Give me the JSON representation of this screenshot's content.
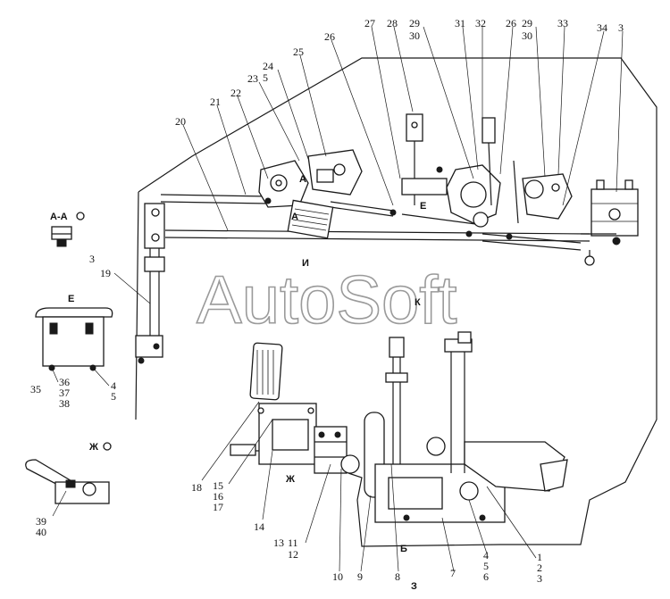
{
  "watermark": "AutoSoft",
  "views": {
    "aa": "А-А",
    "e": "Е",
    "zh": "Ж"
  },
  "markers": {
    "i": "И",
    "k": "К",
    "zh": "Ж",
    "b": "Б",
    "z": "З",
    "e": "Е",
    "a1": "А",
    "a2": "А"
  },
  "callouts": {
    "n1": "1",
    "n2": "2",
    "n3": "3",
    "n3b": "3",
    "n3c": "3",
    "n4": "4",
    "n4b": "4",
    "n5": "5",
    "n5b": "5",
    "n5c": "5",
    "n6": "6",
    "n7": "7",
    "n8": "8",
    "n9": "9",
    "n10": "10",
    "n11": "11",
    "n12": "12",
    "n13": "13",
    "n14": "14",
    "n15": "15",
    "n16": "16",
    "n17": "17",
    "n18": "18",
    "n19": "19",
    "n20": "20",
    "n21": "21",
    "n22": "22",
    "n23": "23",
    "n24": "24",
    "n25": "25",
    "n26": "26",
    "n26b": "26",
    "n27": "27",
    "n28": "28",
    "n29": "29",
    "n29b": "29",
    "n30": "30",
    "n30b": "30",
    "n31": "31",
    "n32": "32",
    "n33": "33",
    "n34": "34",
    "n35": "35",
    "n36": "36",
    "n37": "37",
    "n38": "38",
    "n39": "39",
    "n40": "40"
  }
}
